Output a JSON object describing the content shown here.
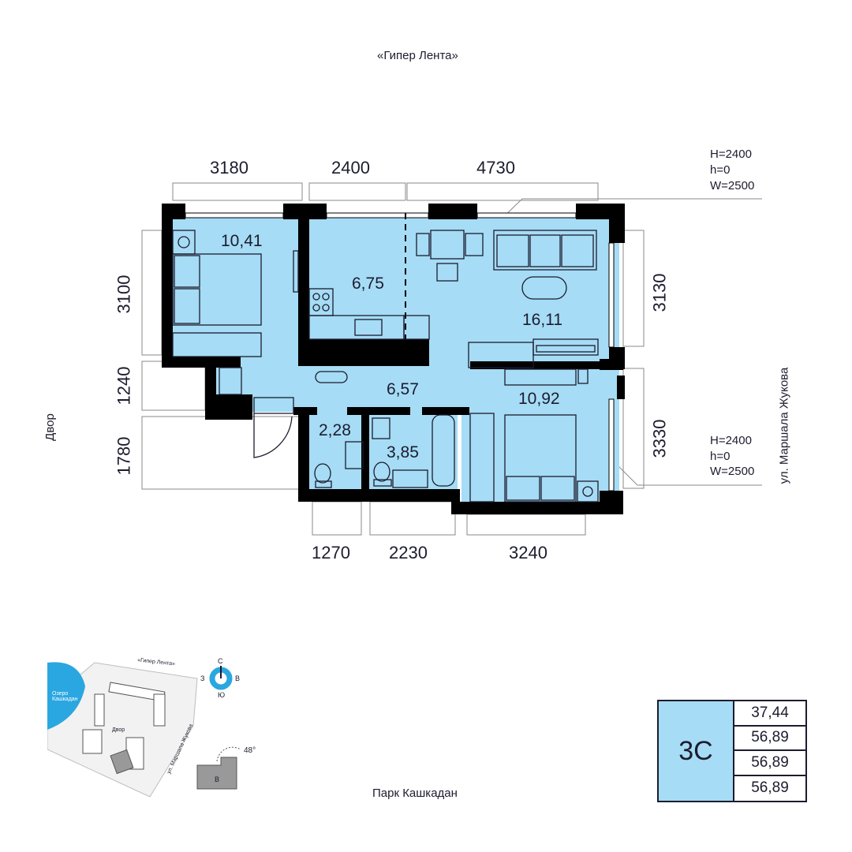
{
  "labels": {
    "top_street": "«Гипер Лента»",
    "bottom_street": "Парк Кашкадан",
    "left_side": "Двор",
    "right_side": "ул. Маршала Жукова"
  },
  "dimensions": {
    "top": [
      "3180",
      "2400",
      "4730"
    ],
    "bottom": [
      "1270",
      "2230",
      "3240"
    ],
    "left": [
      "3100",
      "1240",
      "1780"
    ],
    "right": [
      "3130",
      "3330"
    ]
  },
  "windows": {
    "top": {
      "H": "H=2400",
      "h": "h=0",
      "W": "W=2500"
    },
    "bottom": {
      "H": "H=2400",
      "h": "h=0",
      "W": "W=2500"
    }
  },
  "rooms": {
    "bedroom1": "10,41",
    "kitchen": "6,75",
    "living": "16,11",
    "hall": "6,57",
    "bedroom2": "10,92",
    "wc": "2,28",
    "bath": "3,85"
  },
  "colors": {
    "room_fill": "#a6dcf5",
    "wall": "#000000",
    "text": "#1c1c2e"
  },
  "summary": {
    "type": "3С",
    "areas": [
      "37,44",
      "56,89",
      "56,89",
      "56,89"
    ]
  },
  "minimap": {
    "top_label": "«Гипер Лента»",
    "lake": "Озеро Кашкадан",
    "yard": "Двор",
    "street": "ул. Маршала Жукова",
    "compass": {
      "n": "С",
      "s": "Ю",
      "w": "З",
      "e": "В"
    },
    "angle": "48°",
    "section": "В"
  }
}
